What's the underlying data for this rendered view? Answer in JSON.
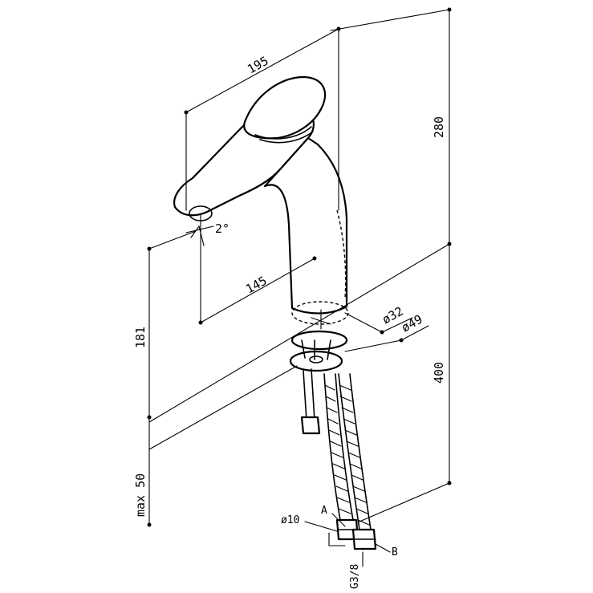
{
  "dimensions": {
    "spout_reach": "195",
    "outlet_offset": "145",
    "total_height": "280",
    "outlet_height": "181",
    "hose_length": "400",
    "deck_thickness": "max 50",
    "base_diameter_inner": "ø32",
    "base_diameter_outer": "ø49",
    "spout_angle": "2°",
    "hose_diameter": "ø10",
    "connection_thread": "G3/8"
  },
  "hose_labels": {
    "a": "A",
    "b": "B"
  },
  "icons": {
    "faucet": "faucet-icon",
    "hose": "braided-hose-icon"
  }
}
